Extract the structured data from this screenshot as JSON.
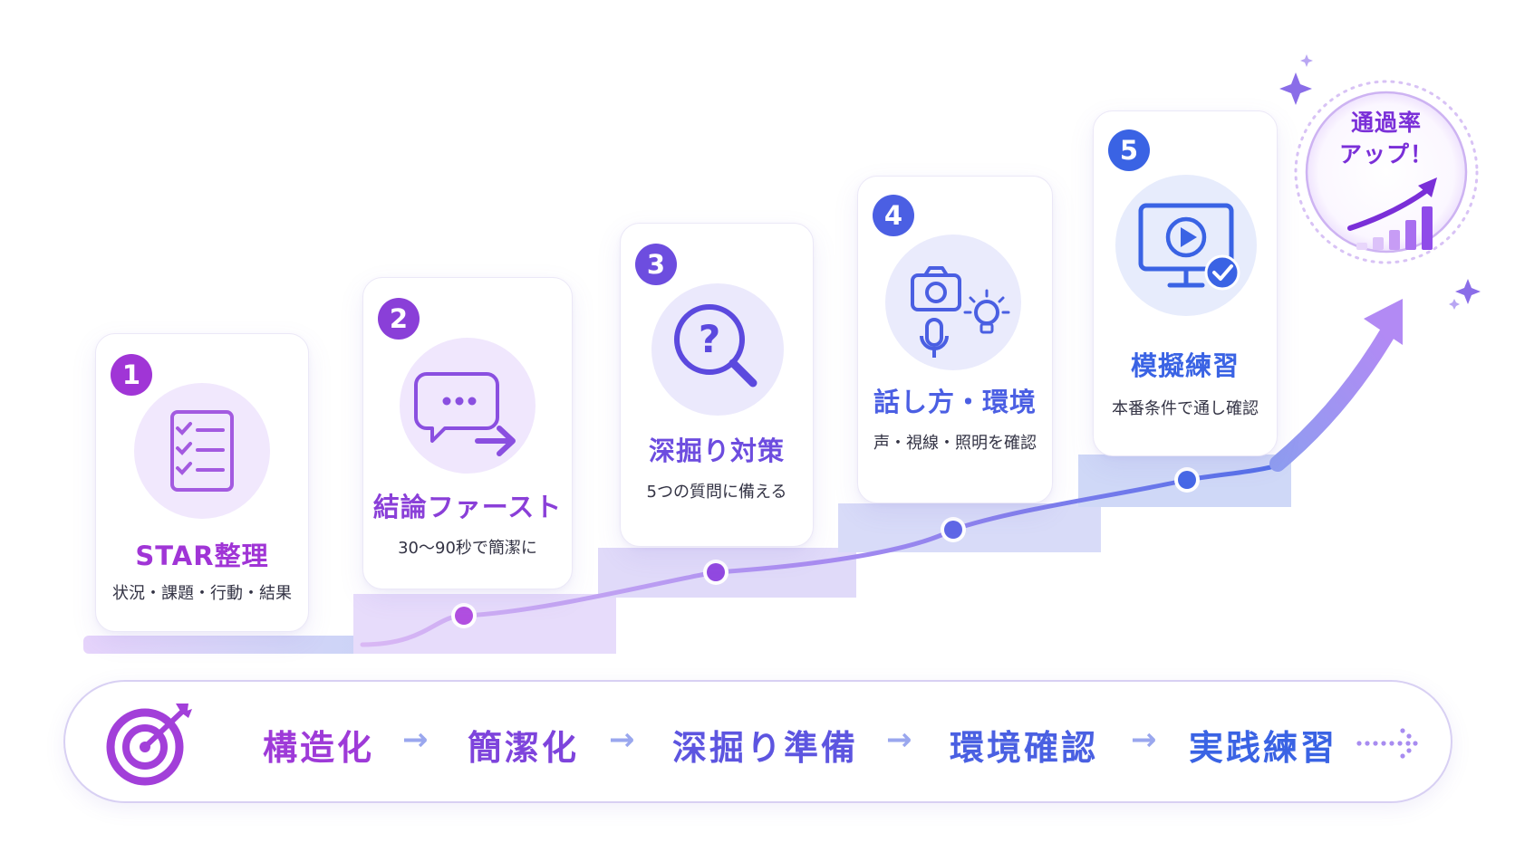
{
  "steps": [
    {
      "number": "1",
      "title": "STAR整理",
      "subtitle": "状況・課題・行動・結果",
      "icon": "checklist-icon",
      "color": "#a035d6"
    },
    {
      "number": "2",
      "title": "結論ファースト",
      "subtitle": "30〜90秒で簡潔に",
      "icon": "speech-bubble-arrow-icon",
      "color": "#8a3fd8"
    },
    {
      "number": "3",
      "title": "深掘り対策",
      "subtitle": "5つの質問に備える",
      "icon": "question-magnifier-icon",
      "color": "#6d4ddf"
    },
    {
      "number": "4",
      "title": "話し方・環境",
      "subtitle": "声・視線・照明を確認",
      "icon": "camera-mic-light-icon",
      "color": "#4b5fe3"
    },
    {
      "number": "5",
      "title": "模擬練習",
      "subtitle": "本番条件で通し確認",
      "icon": "monitor-play-check-icon",
      "color": "#3a63e4"
    }
  ],
  "goal": {
    "line1": "通過率",
    "line2": "アップ！",
    "icon": "rising-bar-chart-icon"
  },
  "summary": {
    "icon": "target-arrow-icon",
    "words": [
      "構造化",
      "簡潔化",
      "深掘り準備",
      "環境確認",
      "実践練習"
    ],
    "arrow": "→",
    "end_icon": "dotted-arrow-icon"
  },
  "colors": {
    "purple": "#a035d6",
    "violet": "#7b44dc",
    "blue": "#3a63e4",
    "arrow": "#9aa7ee"
  }
}
